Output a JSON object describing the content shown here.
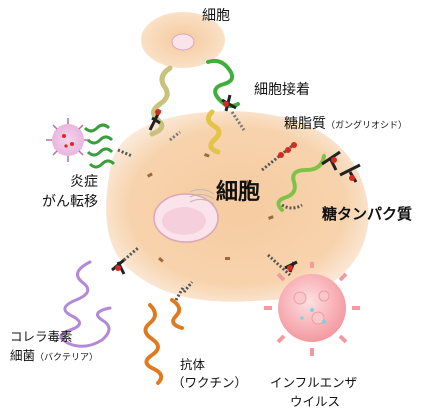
{
  "labels": {
    "top_cell": "細胞",
    "cell_adhesion": "細胞接着",
    "glycolipid": "糖脂質",
    "glycolipid_note": "（ガングリオシド）",
    "center_cell": "細胞",
    "glycoprotein": "糖タンパク質",
    "inflammation": "炎症",
    "cancer_metastasis": "がん転移",
    "cholera_toxin": "コレラ毒素",
    "bacteria": "細菌",
    "bacteria_note": "（バクテリア）",
    "antibody": "抗体",
    "antibody_note": "（ワクチン）",
    "influenza_line1": "インフルエンザ",
    "influenza_line2": "ウイルス"
  },
  "colors": {
    "cell_fill": "#f7d3ad",
    "cell_fill_edge": "#fbe8d4",
    "sugar_chain_red": "#d42a22",
    "green_chain": "#3fae3a",
    "purple_chain": "#b28ad8",
    "orange_chain": "#e07a1f",
    "virus_pink": "#f6a6ab",
    "khaki_chain": "#c9c27a"
  }
}
